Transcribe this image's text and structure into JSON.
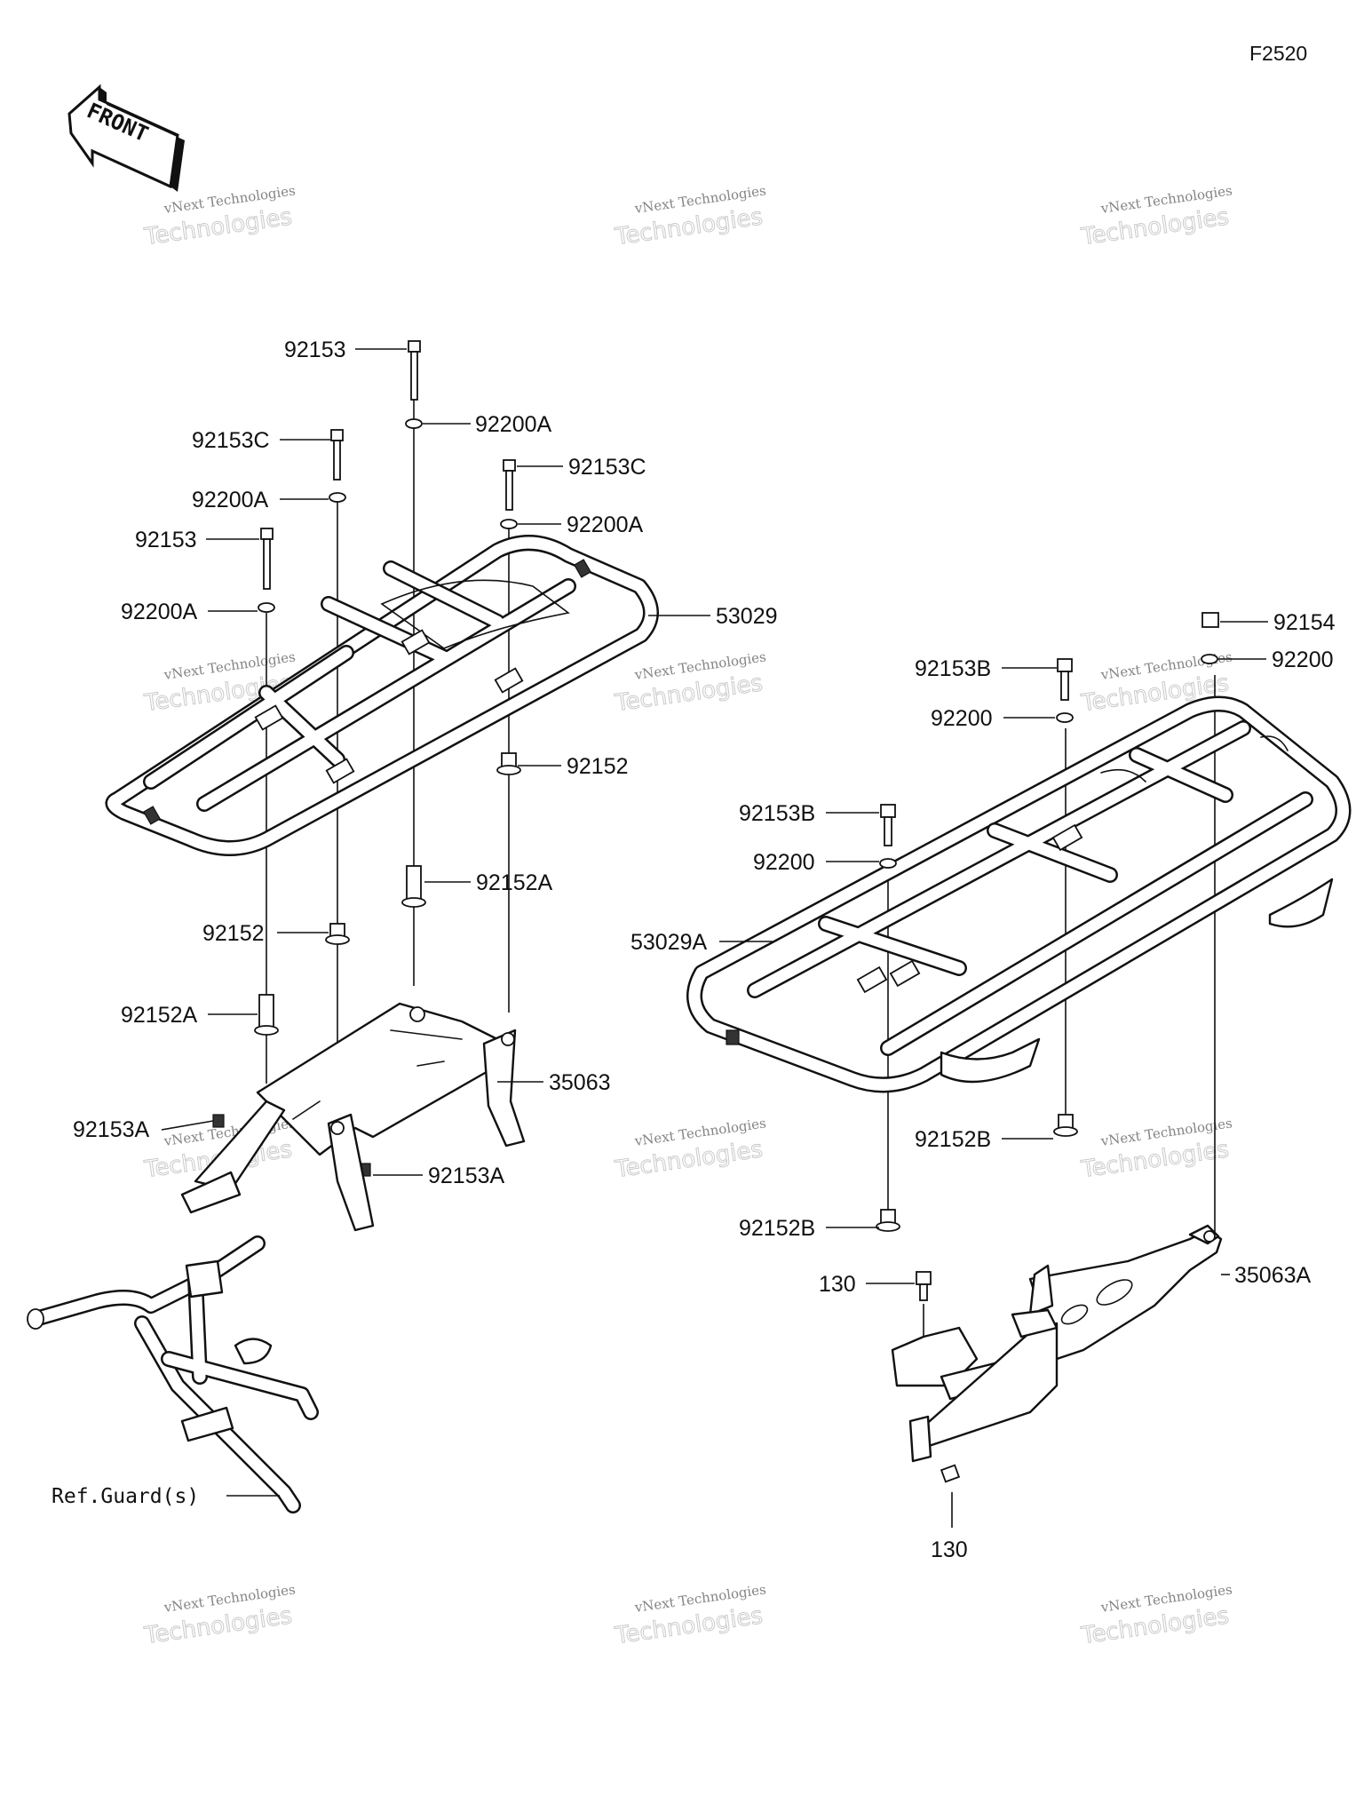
{
  "figure_code": "F2520",
  "front_label": "FRONT",
  "watermark": {
    "line1": "vNext Technologies",
    "line2": "Technologies"
  },
  "callouts": {
    "c92153_top": "92153",
    "c92200A_top": "92200A",
    "c92153C_left": "92153C",
    "c92153C_right": "92153C",
    "c92200A_left": "92200A",
    "c92200A_right": "92200A",
    "c92153_left": "92153",
    "c92200A_lower": "92200A",
    "c53029": "53029",
    "c92152_right": "92152",
    "c92152A_mid": "92152A",
    "c92152_left": "92152",
    "c92152A_left": "92152A",
    "c35063": "35063",
    "c92153A_left": "92153A",
    "c92153A_right": "92153A",
    "c_ref_guard": "Ref.Guard(s)",
    "c92154": "92154",
    "c92200_top": "92200",
    "c92153B_top": "92153B",
    "c92200_mid": "92200",
    "c92153B_mid": "92153B",
    "c92200_low": "92200",
    "c53029A": "53029A",
    "c92152B_right": "92152B",
    "c92152B_left": "92152B",
    "c35063A": "35063A",
    "c130_top": "130",
    "c130_bottom": "130"
  }
}
